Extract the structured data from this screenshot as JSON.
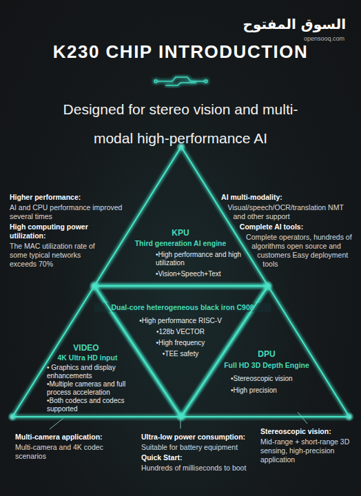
{
  "diagram": {
    "title": "K230 CHIP INTRODUCTION",
    "nodes": [
      {
        "text": [
          "KPU",
          "Third generation AI engine",
          "•High performance and high utilization",
          "•Vision+Speech+Text"
        ]
      },
      {
        "text": [
          "Dual-core heterogeneous black iron C908",
          "•High performance RISC-V",
          "•128b VECTOR",
          "•High frequency",
          "•TEE safety"
        ]
      },
      {
        "text": [
          "VIDEO",
          "4K Ultra HD input",
          "• Graphics and display enhancements",
          "•Multiple cameras and full process acceleration",
          "•Both codecs and codecs supported"
        ]
      },
      {
        "text": [
          "DPU",
          "Full HD 3D Depth Engine",
          "•Stereoscopic vision",
          "•High precision"
        ]
      }
    ],
    "labels": [
      "السوق المفتوح",
      "opensooq.com",
      "Designed for stereo vision and multi-modal high-performance AI",
      "Higher performance:",
      "AI and CPU performance improved several times",
      "High computing power utilization:",
      "The MAC utilization rate of some typical networks exceeds 70%",
      "AI multi-modality:",
      "Visual/speech/OCR/translation NMT and other support",
      "Complete AI tools:",
      "Complete operators, hundreds of algorithms open source and customers Easy deployment tools",
      "Multi-camera application:",
      "Multi-camera and 4K codec scenarios",
      "Ultra-low power consumption:",
      "Suitable for battery equipment",
      "Quick Start:",
      "Hundreds of milliseconds to boot",
      "Stereoscopic vision:",
      "Mid-range + short-range 3D sensing, high-precision application"
    ]
  }
}
